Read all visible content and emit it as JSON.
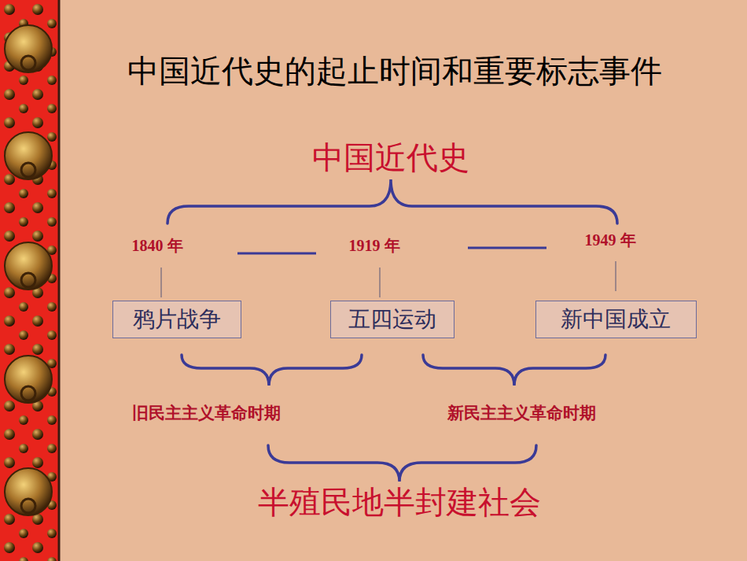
{
  "diagram": {
    "title": "中国近代史的起止时间和重要标志事件",
    "nodes": [
      {
        "text": [
          "鸦片战争"
        ]
      },
      {
        "text": [
          "五四运动"
        ]
      },
      {
        "text": [
          "新中国成立"
        ]
      }
    ],
    "labels": [
      "中国近代史",
      "1840 年",
      "1919 年",
      "1949 年",
      "旧民主主义革命时期",
      "新民主主义革命时期",
      "半殖民地半封建社会"
    ]
  }
}
